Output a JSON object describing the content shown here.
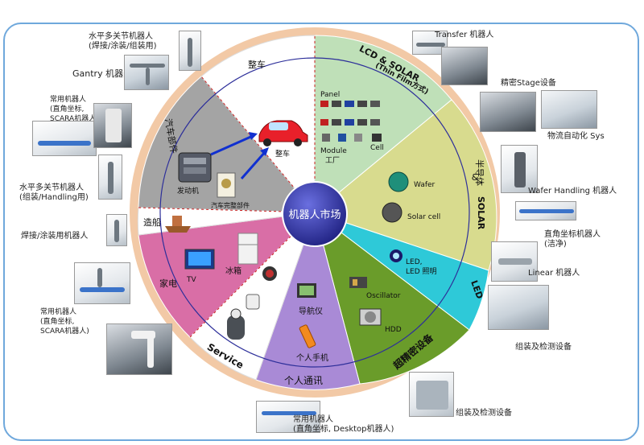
{
  "center": {
    "label": "机器人市场"
  },
  "sectors": {
    "lcd": {
      "title": "LCD & SOLAR",
      "subtitle": "(Thin Film方式)",
      "panel": "Panel",
      "cell": "Cell",
      "module": "Module",
      "factory": "工厂"
    },
    "semi": {
      "title_cn": "半导体",
      "amp": "&",
      "solar": "SOLAR",
      "wafer": "Wafer",
      "solar_cell": "Solar cell"
    },
    "led": {
      "title": "LED",
      "led_light": "LED,",
      "led_light2": "LED 照明"
    },
    "precision": {
      "title": "超精密设备",
      "oscillator": "Oscillator",
      "hdd": "HDD"
    },
    "comm": {
      "title": "个人通讯",
      "navigator": "导航仪",
      "phone": "个人手机"
    },
    "service": {
      "title": "Service"
    },
    "appliance": {
      "title": "家电",
      "tv": "TV",
      "fridge": "冰箱"
    },
    "ship": {
      "title": "造船"
    },
    "auto_parts": {
      "title": "汽车部件",
      "engine": "发动机",
      "finished_parts": "汽车完整部件"
    },
    "car": {
      "title": "整车",
      "car_label": "整车"
    }
  },
  "callouts": {
    "left_1": {
      "line1": "水平多关节机器人",
      "line2": "(焊接/涂装/组装用)"
    },
    "gantry": "Gantry 机器人",
    "left_2": {
      "line1": "常用机器人",
      "line2": "(直角坐标,",
      "line3": "SCARA机器人)"
    },
    "left_3": {
      "line1": "水平多关节机器人",
      "line2": "(组装/Handling用)"
    },
    "left_4": "焊接/涂装用机器人",
    "left_5": {
      "line1": "常用机器人",
      "line2": "(直角坐标,",
      "line3": "SCARA机器人)"
    },
    "bottom_1": {
      "line1": "常用机器人",
      "line2": "(直角坐标, Desktop机器人)"
    },
    "bottom_2": "组装及检测设备",
    "right_1": "Transfer 机器人",
    "right_2": "精密Stage设备",
    "right_3": "物流自动化 Sys",
    "right_4": "Wafer Handling 机器人",
    "right_5": {
      "line1": "直角坐标机器人",
      "line2": "(洁净)"
    },
    "right_6": "Linear 机器人",
    "right_7": "组装及检测设备"
  },
  "colors": {
    "ring": "#f2c9a6",
    "lcd": "#bfe0b8",
    "semi": "#d8db8e",
    "led": "#2ec9d8",
    "precision": "#6a9c2a",
    "comm": "#a98ad6",
    "service": "#ffffff",
    "appliance": "#d96ea6",
    "ship": "#ffffff",
    "auto_parts": "#a4a4a4",
    "car": "#ffffff",
    "hub": "#2d2f9a"
  }
}
